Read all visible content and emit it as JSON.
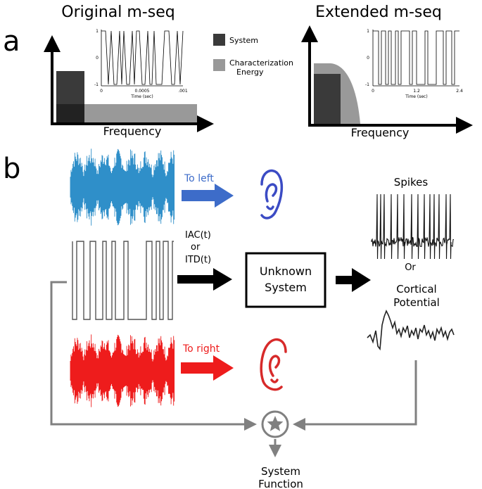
{
  "panel_a": {
    "letter": "a",
    "left_title": "Original m-seq",
    "right_title": "Extended m-seq",
    "xlabel": "Frequency",
    "legend": [
      "System",
      "Characterization",
      "Energy"
    ],
    "left_inset": {
      "yticks": [
        "1",
        "0",
        "-1"
      ],
      "xticks": [
        "0",
        "0.0005",
        ".001"
      ],
      "xlabel": "Time (sec)"
    },
    "right_inset": {
      "yticks": [
        "1",
        "0",
        "-1"
      ],
      "xticks": [
        "0",
        "1.2",
        "2.4"
      ],
      "xlabel": "Time (sec)"
    }
  },
  "panel_b": {
    "letter": "b",
    "to_left": "To left",
    "to_right": "To right",
    "mod_label": [
      "IAC(t)",
      "or",
      "ITD(t)"
    ],
    "system_box": [
      "Unknown",
      "System"
    ],
    "spikes": "Spikes",
    "or": "Or",
    "cortical": [
      "Cortical",
      "Potential"
    ],
    "function": [
      "System",
      "Function"
    ]
  },
  "colors": {
    "left_channel": "#2f8fc9",
    "right_channel": "#ee1c1c",
    "left_ear": "#3b4bc4",
    "right_ear": "#d72a2a",
    "arrow_blue": "#3d6cc9",
    "feedback_gray": "#808080"
  }
}
